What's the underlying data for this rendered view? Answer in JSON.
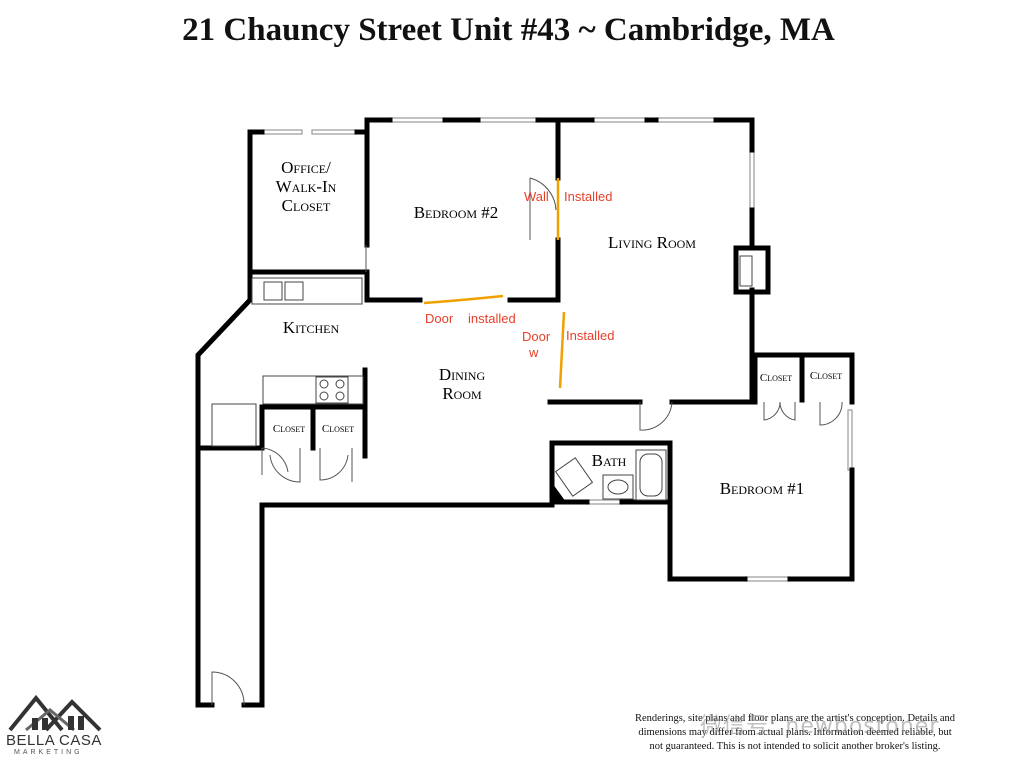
{
  "title": "21 Chauncy Street Unit #43 ~ Cambridge, MA",
  "rooms": {
    "office_line1": "Office/",
    "office_line2": "Walk-In",
    "office_line3": "Closet",
    "bedroom2": "Bedroom #2",
    "living_room": "Living Room",
    "kitchen": "Kitchen",
    "dining_line1": "Dining",
    "dining_line2": "Room",
    "bath": "Bath",
    "bedroom1": "Bedroom #1",
    "closet": "Closet"
  },
  "annotations": {
    "wall": "Wall",
    "installed_top": "Installed",
    "door": "Door",
    "installed_mid": "installed",
    "door2": "Door",
    "door2_w": "w",
    "installed_right": "Installed"
  },
  "colors": {
    "annotation": "#e8402a",
    "new_wall_line": "#f0a000"
  },
  "disclaimer": {
    "line1": "Renderings, site plans and floor plans are the artist's conception. Details and",
    "line2": "dimensions may differ from actual plans. Information deemed reliable, but",
    "line3": "not guaranteed. This is not  intended to solicit another broker's listing."
  },
  "watermark": "微信号: newbostoner",
  "logo": {
    "name": "BELLA CASA",
    "sub": "MARKETING"
  }
}
